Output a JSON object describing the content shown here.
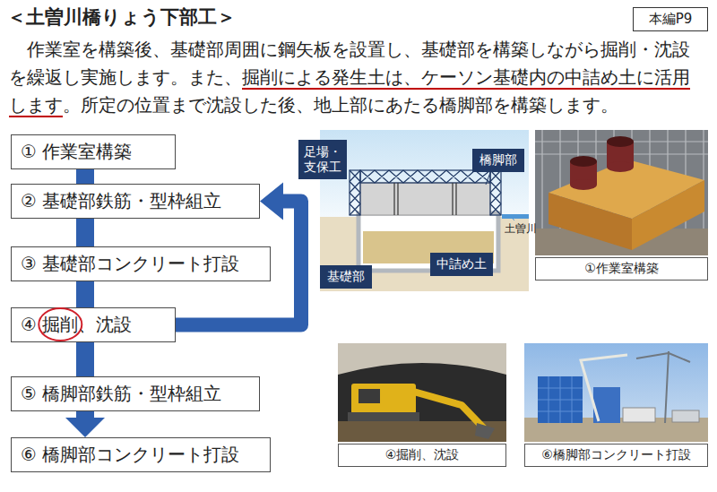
{
  "diagram": {
    "title": "＜土曽川橋りょう下部工＞",
    "nodes": [
      {
        "text": [
          "本編P9"
        ]
      },
      {
        "text": [
          "① 作業室構築"
        ]
      },
      {
        "text": [
          "② 基礎部鉄筋・型枠組立"
        ]
      },
      {
        "text": [
          "③ 基礎部コンクリート打設"
        ]
      },
      {
        "text": [
          "④ 掘削、沈設"
        ]
      },
      {
        "text": [
          "⑤ 橋脚部鉄筋・型枠組立"
        ]
      },
      {
        "text": [
          "⑥ 橋脚部コンクリート打設"
        ]
      },
      {
        "text": [
          "足場・支保工"
        ]
      },
      {
        "text": [
          "橋脚部"
        ]
      },
      {
        "text": [
          "基礎部"
        ]
      },
      {
        "text": [
          "中詰め土"
        ]
      },
      {
        "text": [
          "①作業室構築"
        ]
      },
      {
        "text": [
          "④掘削、沈設"
        ]
      },
      {
        "text": [
          "⑥橋脚部コンクリート打設"
        ]
      }
    ],
    "edges": [
      {
        "from": 1,
        "to": 2,
        "arrow": "none"
      },
      {
        "from": 2,
        "to": 3,
        "arrow": "none"
      },
      {
        "from": 3,
        "to": 4,
        "arrow": "none"
      },
      {
        "from": 4,
        "to": 5,
        "arrow": "none"
      },
      {
        "from": 5,
        "to": 6,
        "arrow": "to"
      },
      {
        "from": 4,
        "to": 2,
        "arrow": "to"
      }
    ],
    "labels": [
      "作業室を構築後、基礎部周囲に鋼矢板を設置し、基礎部を構築しながら掘削・沈設を繰返し実施します。また、",
      "掘削による発生土は、ケーソン基礎内の中詰め土に活用します",
      "。所定の位置まで沈設した後、地上部にあたる橋脚部を構築します。",
      "土曽川"
    ]
  }
}
